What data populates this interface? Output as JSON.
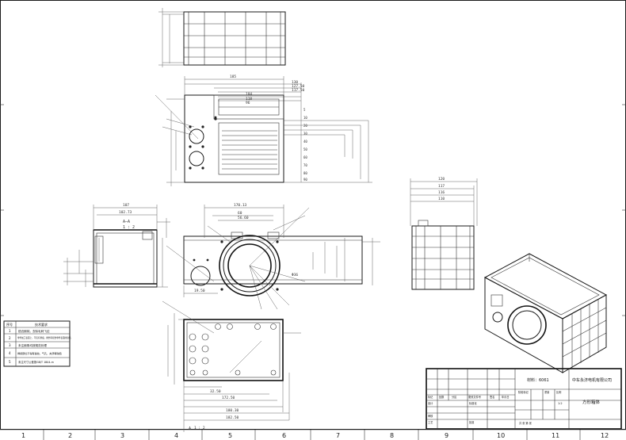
{
  "grid": {
    "columns": [
      "1",
      "2",
      "3",
      "4",
      "5",
      "6",
      "7",
      "8",
      "9",
      "10",
      "11",
      "12"
    ]
  },
  "top_view": {
    "dims_top": [
      "185",
      "130",
      "127.50",
      "117.50",
      "104",
      "118",
      "96"
    ],
    "dims_right": [
      "5",
      "10",
      "20",
      "30",
      "40",
      "50",
      "60",
      "70",
      "80",
      "90"
    ]
  },
  "front_view": {
    "dims_top": [
      "170.13",
      "60",
      "56.60"
    ],
    "note": "Φ36",
    "dims_bottom": [
      "19.50"
    ]
  },
  "left_view": {
    "dims_top": [
      "107",
      "102.73"
    ],
    "section_label": "A—A",
    "scale": "1 : 2"
  },
  "right_view": {
    "dims_top": [
      "120",
      "117",
      "116",
      "110"
    ]
  },
  "bottom_view": {
    "dims_bottom": [
      "32.50",
      "172.50",
      "180.30",
      "182.50"
    ],
    "section_mark": "A",
    "scale_note": "1 : 2"
  },
  "notes_table": {
    "header": [
      "序号",
      "技术要求"
    ],
    "rows": [
      [
        "1",
        "锐边倒钝，去除毛刺飞边"
      ],
      [
        "2",
        "零件加工表面上，不应有划痕、擦伤等损伤零件表面的缺陷"
      ],
      [
        "3",
        "未注倒角均按规范处理"
      ],
      [
        "4",
        "焊接部位不得有裂纹、气孔、夹渣等缺陷"
      ],
      [
        "5",
        "未注尺寸公差按GB/T 1804-m"
      ]
    ]
  },
  "title_block": {
    "material_label": "材料：6061",
    "company": "中车永济电机有限公司",
    "part_name": "方形箱体",
    "row_labels": [
      "标记",
      "处数",
      "分区",
      "更改文件号",
      "签名",
      "年月日"
    ],
    "design_label": "设计",
    "standardize_label": "标准化",
    "stage_label": "阶段标记",
    "weight_label": "重量",
    "scale_label": "比例",
    "scale_value": "1:2",
    "review_label": "审核",
    "process_label": "工艺",
    "approve_label": "批准",
    "sheet_label": "共 张 第 张"
  }
}
